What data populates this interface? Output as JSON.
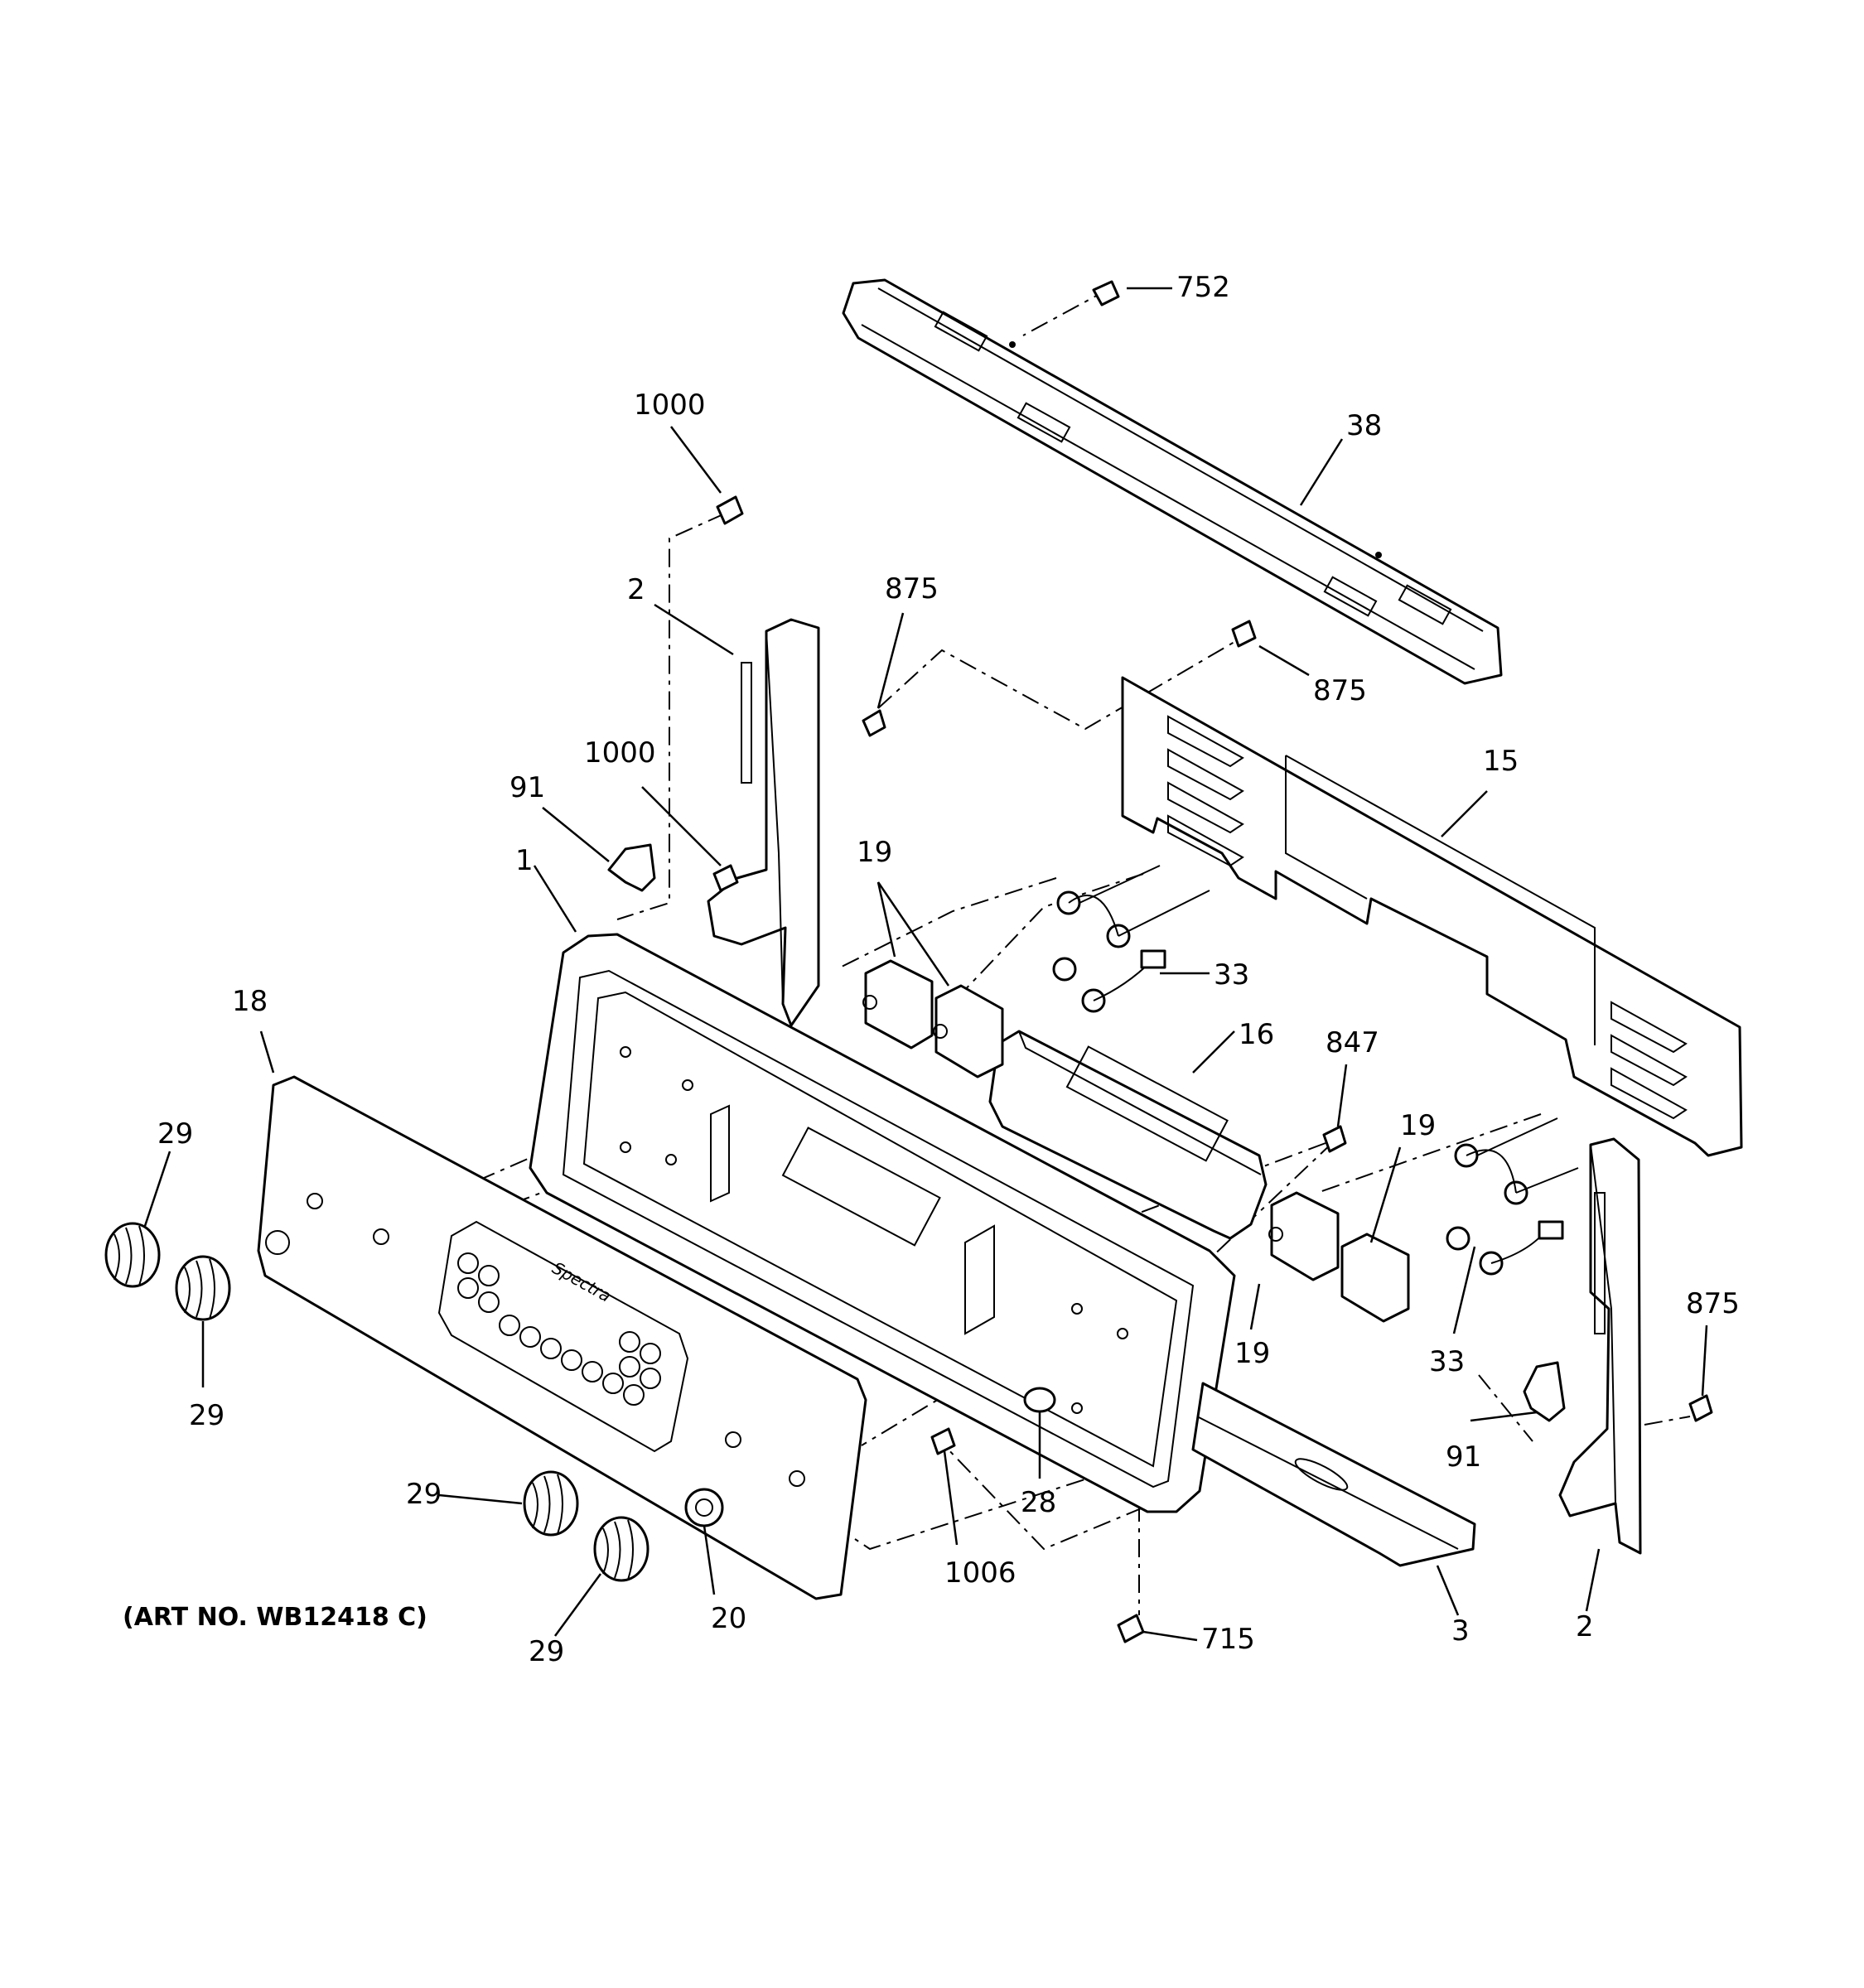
{
  "art_number": "(ART NO. WB12418 C)",
  "callouts": {
    "c752": "752",
    "c38": "38",
    "c1000_top": "1000",
    "c2_left": "2",
    "c875_mid": "875",
    "c875_right": "875",
    "c15": "15",
    "c1000_mid": "1000",
    "c91_left": "91",
    "c1": "1",
    "c19_top": "19",
    "c33_top": "33",
    "c16": "16",
    "c847": "847",
    "c19_right": "19",
    "c18": "18",
    "c29_a": "29",
    "c29_b": "29",
    "c19_low": "19",
    "c33_low": "33",
    "c875_far": "875",
    "c91_right": "91",
    "c28": "28",
    "c29_c": "29",
    "c29_d": "29",
    "c20": "20",
    "c1006": "1006",
    "c715": "715",
    "c3": "3",
    "c2_right": "2"
  },
  "panel_printing": {
    "brand_script": "Spectra"
  }
}
